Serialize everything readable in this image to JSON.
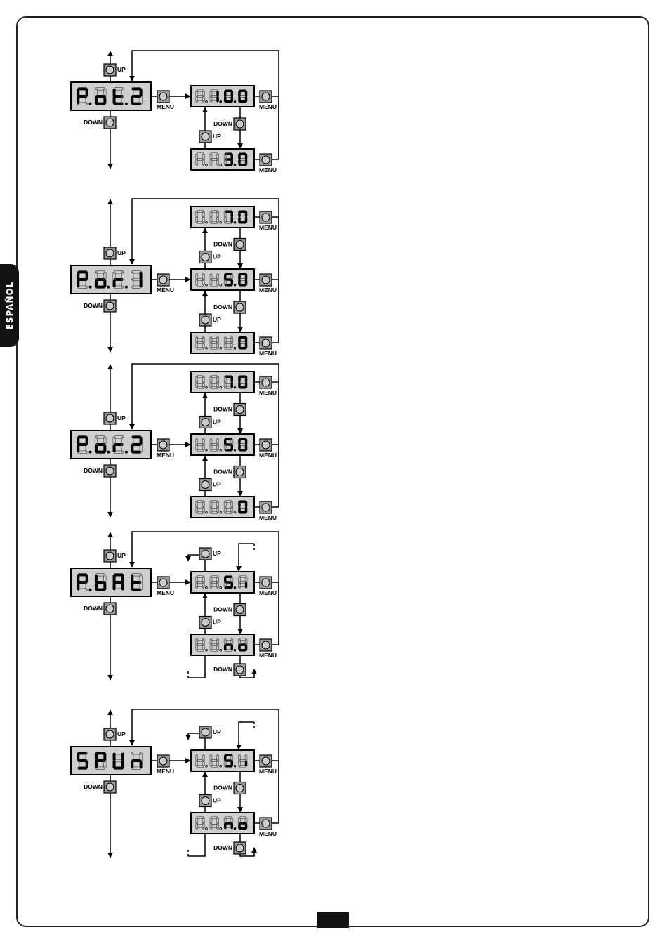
{
  "language_tab": "ESPAÑOL",
  "buttons": {
    "up": "UP",
    "down": "DOWN",
    "menu": "MENU"
  },
  "sections": [
    {
      "param": "P.ot.2",
      "values": [
        "100",
        "30"
      ]
    },
    {
      "param": "P.o.r.1",
      "values": [
        "70",
        "50",
        "0"
      ]
    },
    {
      "param": "P.o.r.2",
      "values": [
        "70",
        "50",
        "0"
      ]
    },
    {
      "param": "P.bAt",
      "values": [
        "Si",
        "no"
      ]
    },
    {
      "param": "SPUn",
      "values": [
        "Si",
        "no"
      ]
    }
  ]
}
